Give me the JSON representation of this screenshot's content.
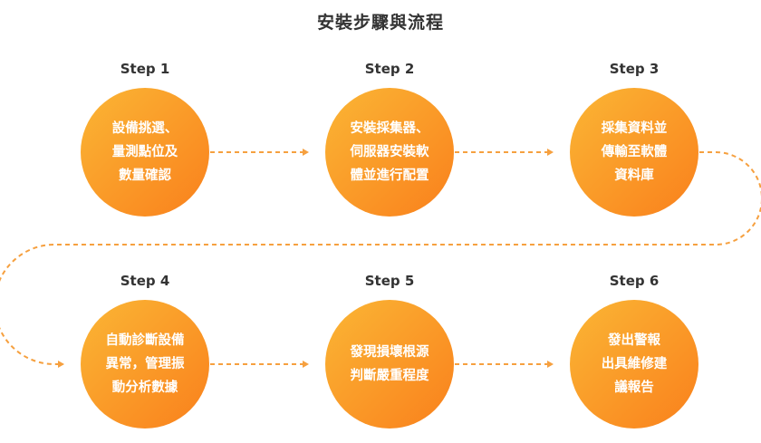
{
  "title": "安裝步驟與流程",
  "colors": {
    "circle_light": "#fbb635",
    "circle_dark": "#f9801c",
    "connector": "#f6a03f",
    "text_dark": "#333333"
  },
  "steps": [
    {
      "label": "Step 1",
      "lines": [
        "設備挑選、",
        "量測點位及",
        "數量確認"
      ]
    },
    {
      "label": "Step 2",
      "lines": [
        "安裝採集器、",
        "伺服器安裝軟",
        "體並進行配置"
      ]
    },
    {
      "label": "Step 3",
      "lines": [
        "採集資料並",
        "傳輸至軟體",
        "資料庫"
      ]
    },
    {
      "label": "Step 4",
      "lines": [
        "自動診斷設備",
        "異常，管理振",
        "動分析數據"
      ]
    },
    {
      "label": "Step 5",
      "lines": [
        "發現損壞根源",
        "判斷嚴重程度"
      ]
    },
    {
      "label": "Step 6",
      "lines": [
        "發出警報",
        "出具維修建",
        "議報告"
      ]
    }
  ]
}
